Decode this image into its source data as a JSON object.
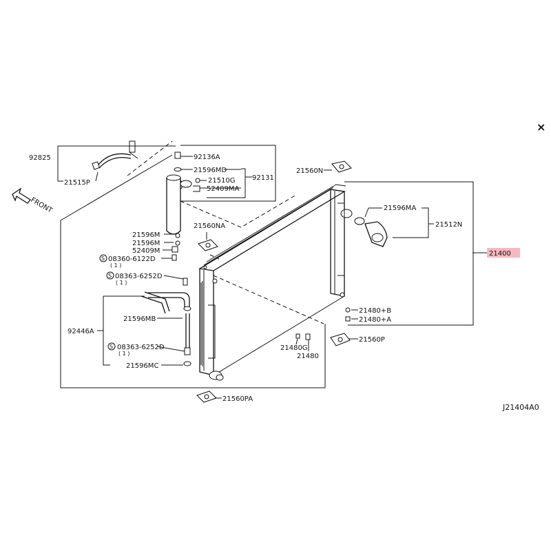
{
  "close_label": "×",
  "front_label": "FRONT",
  "diagram_code": "J21404A0",
  "highlight_color": "#f5b8be",
  "parts": {
    "p92825": "92825",
    "p21515P": "21515P",
    "p92136A": "92136A",
    "p21596MD": "21596MD",
    "p21510G": "21510G",
    "p52409MA": "52409MA",
    "p92131": "92131",
    "p21560N": "21560N",
    "p21596MA": "21596MA",
    "p21512N": "21512N",
    "p21560NA": "21560NA",
    "p21596M_1": "21596M",
    "p21596M_2": "21596M",
    "p52409M": "52409M",
    "p08360": "08360-6122D",
    "p08360_qty": "( 1 )",
    "p08363_1": "08363-6252D",
    "p08363_1_qty": "( 1 )",
    "p21400": "21400",
    "p92446A": "92446A",
    "p21596MB": "21596MB",
    "p21480B": "21480+B",
    "p21480A": "21480+A",
    "p08363_2": "08363-6252D",
    "p08363_2_qty": "( 1 )",
    "p21480G": "21480G",
    "p21480": "21480",
    "p21560P": "21560P",
    "p21596MC": "21596MC",
    "p21560PA": "21560PA"
  }
}
